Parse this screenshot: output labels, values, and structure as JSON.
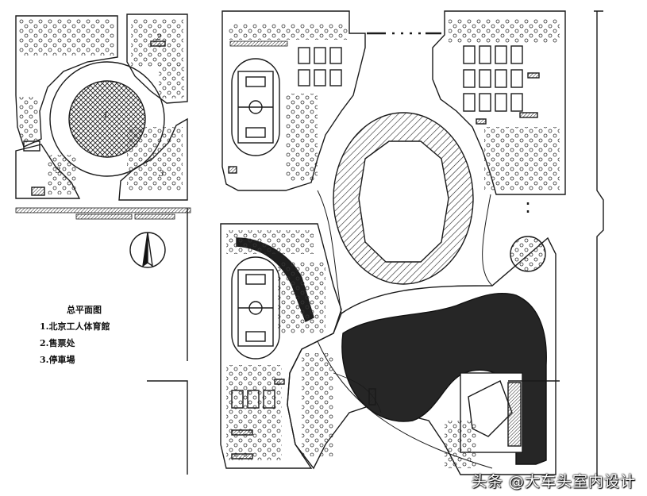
{
  "legend": {
    "title": "总平面图",
    "items": [
      {
        "number": "1",
        "label": "1.北京工人体育館"
      },
      {
        "number": "2",
        "label": "2.售票处"
      },
      {
        "number": "3",
        "label": "3.停車場"
      }
    ]
  },
  "map_labels": {
    "gym": "1",
    "ticket": "2",
    "parking_left": "3",
    "parking_right": "3"
  },
  "watermark": "头条 @大车头室内设计",
  "colors": {
    "ink": "#1a1a1a",
    "paper": "#ffffff",
    "water": "#2b2b2b"
  }
}
